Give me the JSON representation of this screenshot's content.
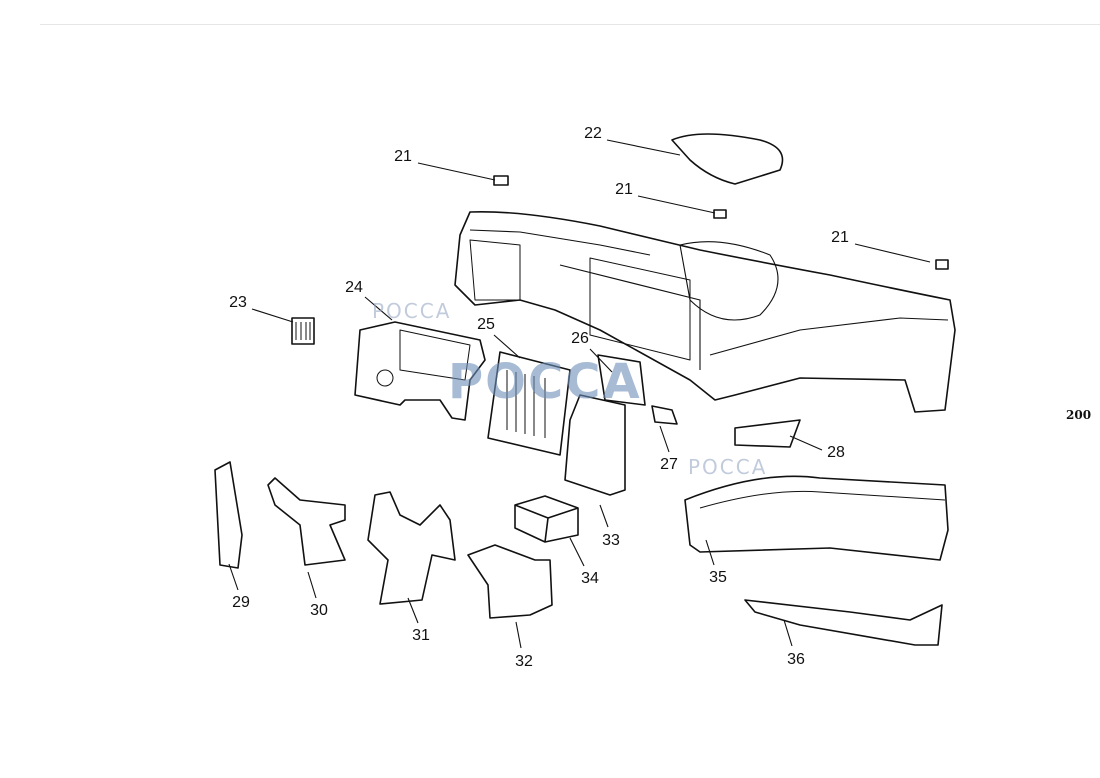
{
  "diagram": {
    "page_number": "200",
    "watermark": "POCCA",
    "callouts": [
      {
        "id": "21a",
        "label": "21"
      },
      {
        "id": "22",
        "label": "22"
      },
      {
        "id": "21b",
        "label": "21"
      },
      {
        "id": "21c",
        "label": "21"
      },
      {
        "id": "23",
        "label": "23"
      },
      {
        "id": "24",
        "label": "24"
      },
      {
        "id": "25",
        "label": "25"
      },
      {
        "id": "26",
        "label": "26"
      },
      {
        "id": "27",
        "label": "27"
      },
      {
        "id": "28",
        "label": "28"
      },
      {
        "id": "29",
        "label": "29"
      },
      {
        "id": "30",
        "label": "30"
      },
      {
        "id": "31",
        "label": "31"
      },
      {
        "id": "32",
        "label": "32"
      },
      {
        "id": "33",
        "label": "33"
      },
      {
        "id": "34",
        "label": "34"
      },
      {
        "id": "35",
        "label": "35"
      },
      {
        "id": "36",
        "label": "36"
      }
    ]
  }
}
